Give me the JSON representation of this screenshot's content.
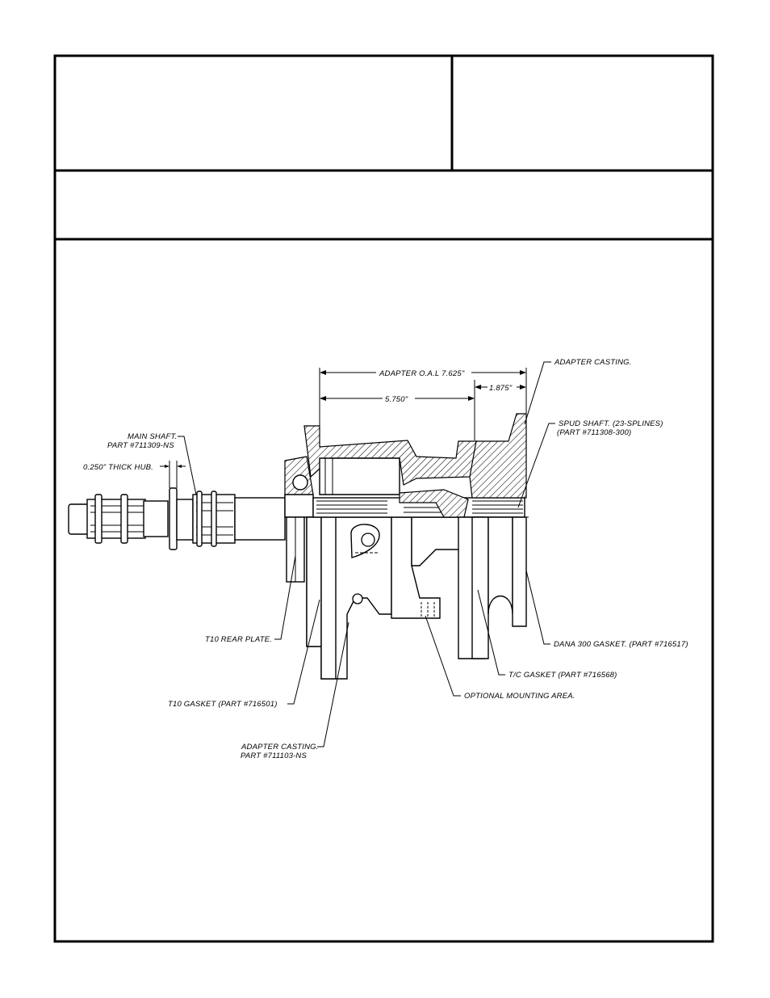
{
  "drawing": {
    "dimensions": {
      "overall_length": "ADAPTER O.A.L 7.625\"",
      "inner_length": "5.750\"",
      "flange_length": "1.875\"",
      "hub_thickness": "0.250\" THICK HUB."
    },
    "callouts": {
      "main_shaft_1": "MAIN SHAFT.",
      "main_shaft_2": "PART #711309-NS",
      "adapter_casting_top": "ADAPTER CASTING.",
      "spud_shaft_1": "SPUD SHAFT. (23-SPLINES)",
      "spud_shaft_2": "(PART #711308-300)",
      "t10_rear_plate": "T10 REAR PLATE.",
      "dana_gasket": "DANA 300 GASKET. (PART #716517)",
      "tc_gasket": "T/C GASKET (PART #716568)",
      "optional_mounting": "OPTIONAL MOUNTING AREA.",
      "t10_gasket": "T10 GASKET (PART #716501)",
      "adapter_casting_bottom_1": "ADAPTER CASTING.",
      "adapter_casting_bottom_2": "PART #711103-NS"
    }
  }
}
